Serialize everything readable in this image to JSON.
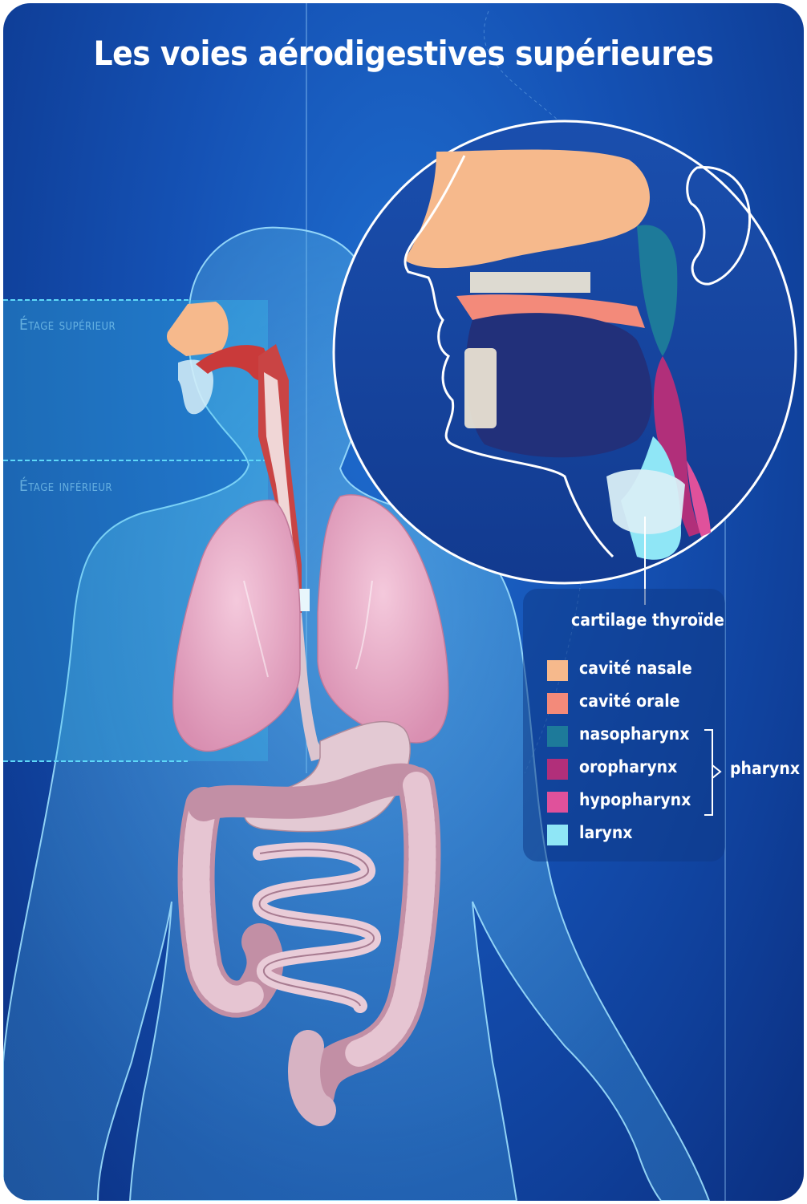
{
  "title": "Les voies aérodigestives supérieures",
  "levels": {
    "upper": "Étage supérieur",
    "lower": "Étage inférieur"
  },
  "callout": "cartilage thyroïde",
  "legend": [
    {
      "label": "cavité nasale",
      "color": "#f6b98c"
    },
    {
      "label": "cavité orale",
      "color": "#f38a7a"
    },
    {
      "label": "nasopharynx",
      "color": "#1d7a9a"
    },
    {
      "label": "oropharynx",
      "color": "#b12f7a"
    },
    {
      "label": "hypopharynx",
      "color": "#e0519b"
    },
    {
      "label": "larynx",
      "color": "#8fe6f6"
    }
  ],
  "group_label": "pharynx",
  "colors": {
    "background": "#1552b5",
    "level_band": "#3cc8f0",
    "lungs": "#e7a7c2",
    "digestive": "#e0c4cf"
  }
}
